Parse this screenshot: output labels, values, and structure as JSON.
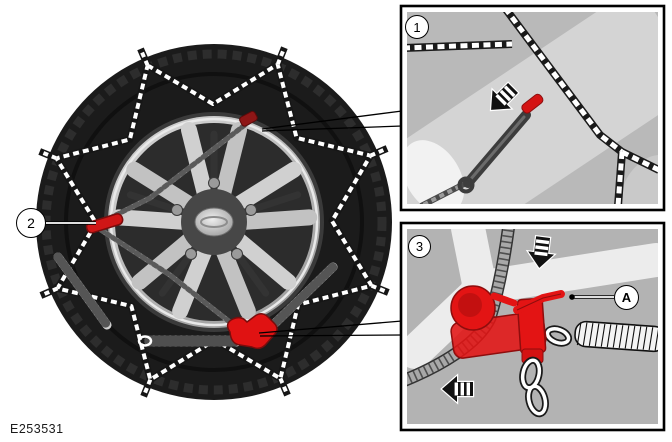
{
  "figure": {
    "code": "E253531",
    "main_view": {
      "description": "wheel-with-snow-chains",
      "callout_2_label": "2"
    },
    "panel_1": {
      "label": "1",
      "content": "chain-hook-tool-detail",
      "icons": [
        "direction-arrow-down-left"
      ]
    },
    "panel_3": {
      "label": "3",
      "content": "red-tensioner-detail",
      "callout_a_label": "A",
      "icons": [
        "direction-arrow-down",
        "direction-arrow-left"
      ]
    },
    "colors": {
      "accent_red": "#d61414",
      "dark_red_outline": "#7c0a0a",
      "panel_background": "#b5b5b5",
      "tire_black": "#1b1b1b",
      "chain_white": "#ffffff"
    }
  }
}
